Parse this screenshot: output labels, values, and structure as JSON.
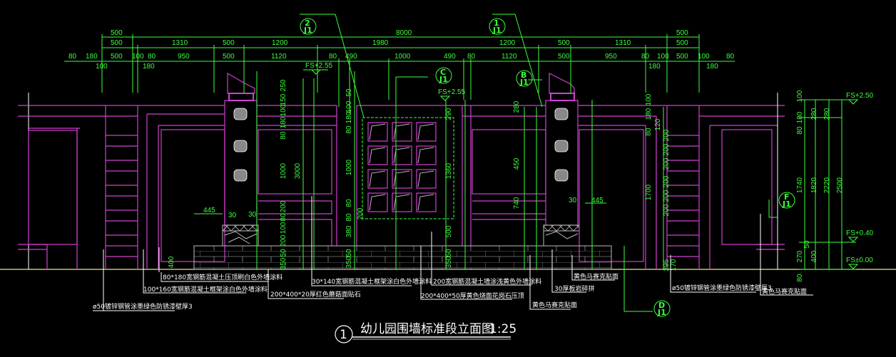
{
  "title": {
    "text": "幼儿园围墙标准段立面图",
    "scale": "1:25",
    "index": "1"
  },
  "dims": {
    "row1": [
      "500",
      "8000",
      "500"
    ],
    "row2": [
      "500",
      "1310",
      "500",
      "1200",
      "1980",
      "1200",
      "500",
      "1310",
      "500"
    ],
    "row3": [
      "80",
      "180",
      "500",
      "100",
      "80",
      "950",
      "500",
      "1120",
      "80",
      "490",
      "1000",
      "490",
      "80",
      "1120",
      "500",
      "950",
      "80",
      "100",
      "500",
      "100",
      "80"
    ],
    "row4": [
      "100",
      "180",
      "180",
      "180"
    ],
    "left_v": [
      "250",
      "150",
      "100",
      "180",
      "80",
      "1000",
      "3000",
      "200",
      "80",
      "100",
      "200",
      "50",
      "350",
      "400"
    ],
    "center_v": [
      "50",
      "100",
      "180",
      "80",
      "1000",
      "80",
      "200",
      "80",
      "380",
      "50",
      "350",
      "290",
      "1360",
      "500",
      "50",
      "350"
    ],
    "right_pillar_v": [
      "280",
      "450",
      "740",
      "1700",
      "200",
      "200",
      "200",
      "200",
      "200",
      "200",
      "180",
      "80",
      "100",
      "120",
      "295",
      "170"
    ],
    "right_v": [
      "100",
      "180",
      "80",
      "280",
      "280",
      "1740",
      "1820",
      "2220",
      "2500",
      "50",
      "270",
      "400",
      "80"
    ],
    "spans": [
      "445",
      "30",
      "30",
      "445",
      "30"
    ]
  },
  "levels": [
    "FS+2.55",
    "FS+2.55",
    "FS+2.50",
    "FS+0.40",
    "FS±0.00"
  ],
  "callouts": [
    {
      "letter": "2",
      "sub": "J1"
    },
    {
      "letter": "1",
      "sub": "J1"
    },
    {
      "letter": "C",
      "sub": "J1"
    },
    {
      "letter": "B",
      "sub": "J1"
    },
    {
      "letter": "F",
      "sub": "J1"
    },
    {
      "letter": "D",
      "sub": "J1"
    }
  ],
  "notes": [
    "80*180宽钢筋混凝土压顶刷白色外墙涂料",
    "100*160宽钢筋混凝土框架涂白色外墙涂料",
    "ø50镀锌钢管涂墨绿色防锈漆壁厚3",
    "200*400*20厚红色蘑菇面贴石",
    "30*140宽钢筋混凝土框架涂白色外墙涂料",
    "200宽钢筋混凝土墙涂浅黄色外墙涂料",
    "200*400*50厚黄色烧面花岗石压顶",
    "黄色马赛克贴面",
    "30厚板岩碎拼",
    "黄色马赛克贴面",
    "ø50镀锌钢管涂墨绿色防锈漆壁厚3",
    "黄色马赛克贴面"
  ]
}
